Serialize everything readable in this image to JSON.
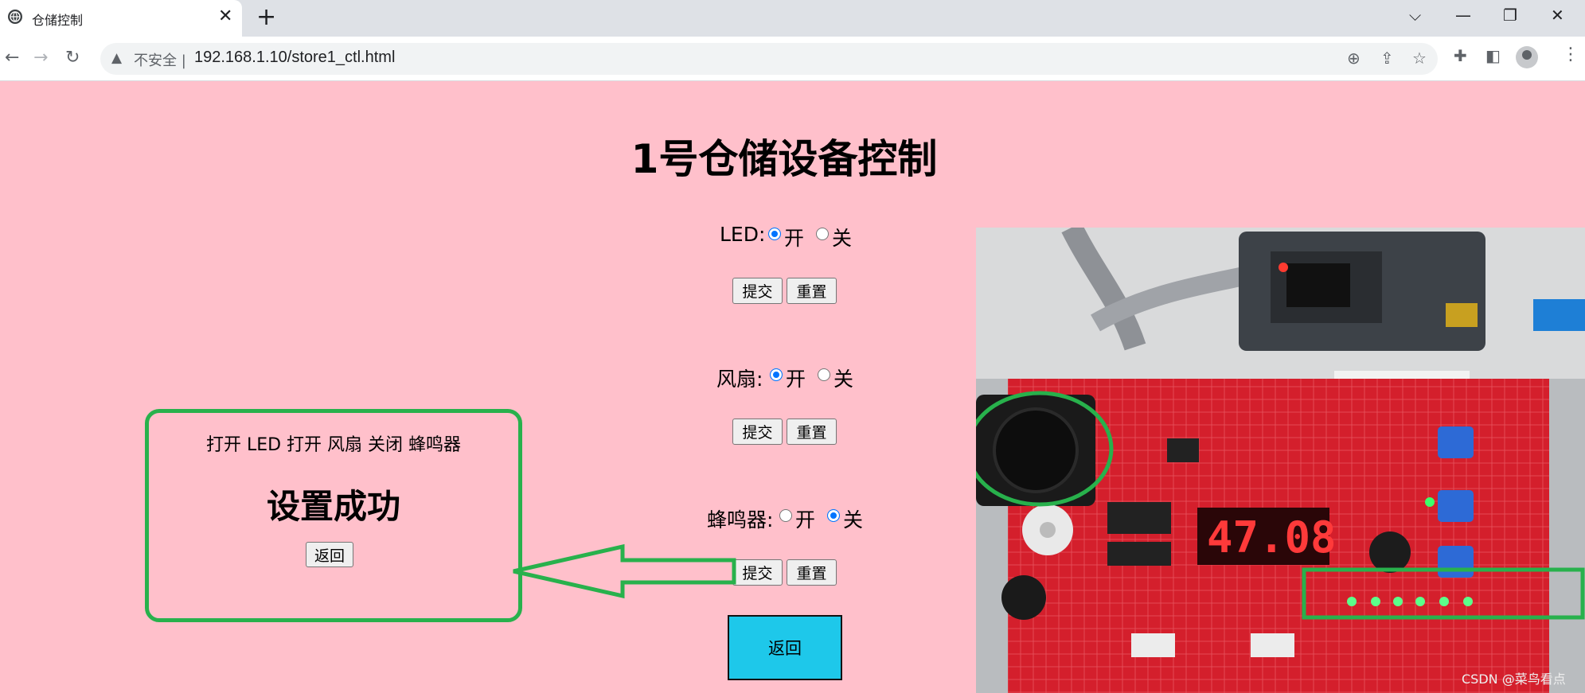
{
  "browser": {
    "tab_title": "仓储控制",
    "tab_close": "✕",
    "new_tab": "+",
    "security_label": "不安全 |",
    "url": "192.168.1.10/store1_ctl.html",
    "window_controls": [
      "⌵",
      "—",
      "❐",
      "✕"
    ]
  },
  "page": {
    "title": "1号仓储设备控制",
    "rows": [
      {
        "label": "LED:",
        "on_label": "开",
        "off_label": "关",
        "selected": "on",
        "submit": "提交",
        "reset": "重置"
      },
      {
        "label": "风扇:",
        "on_label": "开",
        "off_label": "关",
        "selected": "on",
        "submit": "提交",
        "reset": "重置"
      },
      {
        "label": "蜂鸣器:",
        "on_label": "开",
        "off_label": "关",
        "selected": "off",
        "submit": "提交",
        "reset": "重置"
      }
    ],
    "back_button": "返回"
  },
  "result_card": {
    "status_text": "打开 LED 打开 风扇 关闭 蜂鸣器",
    "heading": "设置成功",
    "back_button": "返回"
  },
  "photo": {
    "display_digits": "47.08",
    "watermark": "CSDN @菜鸟看点"
  },
  "colors": {
    "page_bg": "#ffc0cb",
    "accent_green": "#28b14c",
    "back_button_bg": "#1ec8ea",
    "radio_blue": "#0075ff"
  }
}
